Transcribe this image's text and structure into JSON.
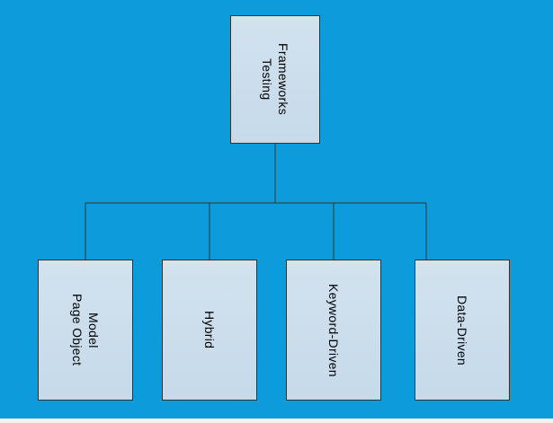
{
  "colors": {
    "background": "#0C9CDC",
    "node_fill": "#CBDEED",
    "node_border": "#333333",
    "connector": "#333333",
    "text": "#000000",
    "bottom_strip": "#F1F1F1"
  },
  "diagram": {
    "type": "org-chart",
    "root": {
      "label": "Testing Frameworks",
      "lines": [
        "Testing",
        "Frameworks"
      ]
    },
    "children": [
      {
        "label": "Page Object Model",
        "lines": [
          "Page Object",
          "Model"
        ]
      },
      {
        "label": "Hybrid",
        "lines": [
          "Hybrid"
        ]
      },
      {
        "label": "Keyword-Driven",
        "lines": [
          "Keyword-Driven"
        ]
      },
      {
        "label": "Data-Driven",
        "lines": [
          "Data-Driven"
        ]
      }
    ]
  }
}
